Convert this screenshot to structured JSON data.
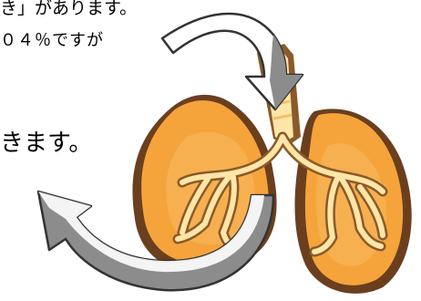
{
  "text": {
    "line1": "き」があります。",
    "line2": "０４％ですが",
    "line3": "きます。"
  },
  "colors": {
    "lung_outer": "#f5a43c",
    "lung_inner": "#ffe6a6",
    "lung_edge": "#6b3f1e",
    "arrow_fill": "#8c8c8c",
    "arrow_stroke": "#333333"
  },
  "icons": [
    "lungs-illustration",
    "curved-arrow-in",
    "curved-arrow-out"
  ]
}
